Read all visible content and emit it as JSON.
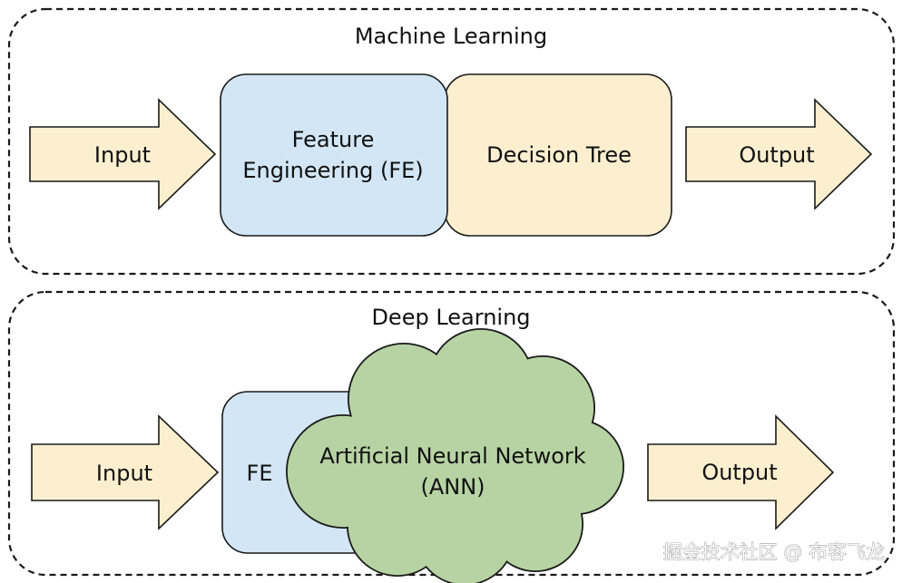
{
  "machine_learning": {
    "title": "Machine Learning",
    "input_label": "Input",
    "fe_label_line1": "Feature",
    "fe_label_line2": "Engineering (FE)",
    "model_label": "Decision Tree",
    "output_label": "Output"
  },
  "deep_learning": {
    "title": "Deep Learning",
    "input_label": "Input",
    "fe_label": "FE",
    "model_label_line1": "Artificial Neural Network",
    "model_label_line2": "(ANN)",
    "output_label": "Output"
  },
  "watermark": "掘金技术社区 @ 布客飞龙",
  "colors": {
    "arrow_fill": "#fcefd0",
    "fe_fill": "#d3e6f5",
    "tree_fill": "#fcefd0",
    "cloud_fill": "#b7d3a3",
    "stroke": "#1a1a1a"
  }
}
